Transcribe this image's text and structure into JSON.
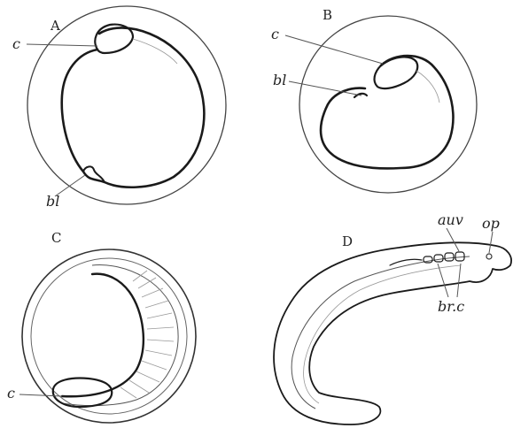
{
  "panels": {
    "A": {
      "letter": "A",
      "labels": {
        "c": "c",
        "bl": "bl"
      }
    },
    "B": {
      "letter": "B",
      "labels": {
        "c": "c",
        "bl": "bl"
      }
    },
    "C": {
      "letter": "C",
      "labels": {
        "c": "c"
      }
    },
    "D": {
      "letter": "D",
      "labels": {
        "auv": "auv",
        "op": "op",
        "brc": "br.c"
      }
    }
  }
}
